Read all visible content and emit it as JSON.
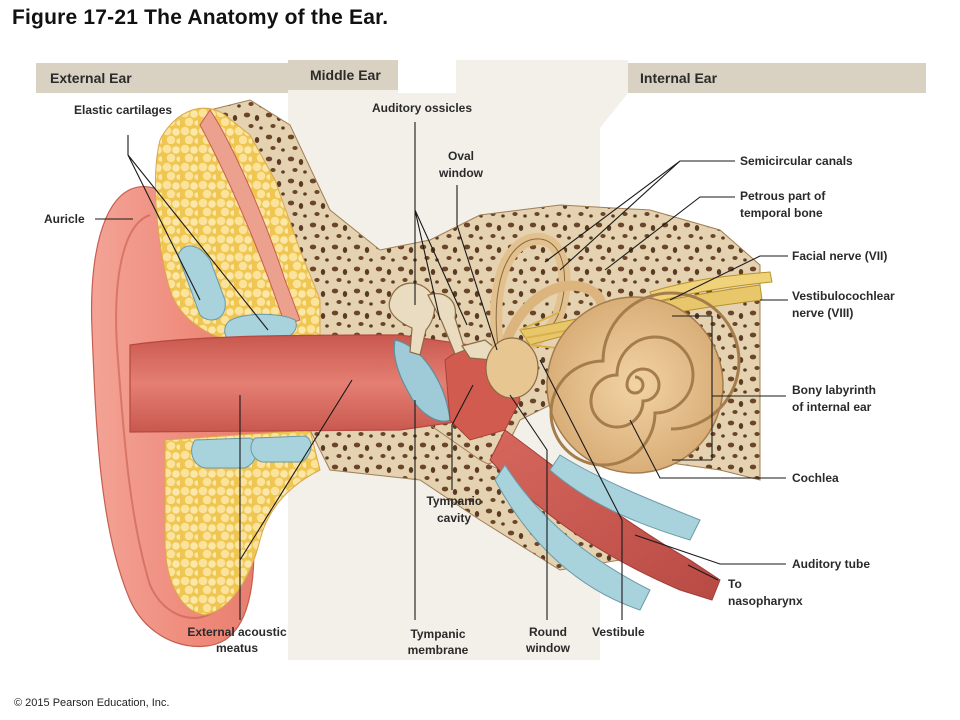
{
  "title": "Figure 17-21 The Anatomy of the Ear.",
  "copyright": "© 2015 Pearson Education, Inc.",
  "regions": {
    "external": "External Ear",
    "middle": "Middle Ear",
    "internal": "Internal Ear"
  },
  "labels": {
    "elastic_cartilages": "Elastic cartilages",
    "auricle": "Auricle",
    "auditory_ossicles": "Auditory ossicles",
    "oval_window": [
      "Oval",
      "window"
    ],
    "semicircular_canals": "Semicircular canals",
    "petrous_part": [
      "Petrous part of",
      "temporal bone"
    ],
    "facial_nerve": "Facial nerve (VII)",
    "vestibulocochlear_nerve": [
      "Vestibulocochlear",
      "nerve (VIII)"
    ],
    "bony_labyrinth": [
      "Bony labyrinth",
      "of internal ear"
    ],
    "cochlea": "Cochlea",
    "tympanic_cavity": [
      "Tympanic",
      "cavity"
    ],
    "auditory_tube": "Auditory tube",
    "to_nasopharynx": [
      "To",
      "nasopharynx"
    ],
    "external_acoustic_meatus": [
      "External acoustic",
      "meatus"
    ],
    "tympanic_membrane": [
      "Tympanic",
      "membrane"
    ],
    "round_window": [
      "Round",
      "window"
    ],
    "vestibule": "Vestibule"
  },
  "colors": {
    "skin": "#ee8878",
    "skin_dark": "#c85c4e",
    "canal": "#d96a60",
    "bone": "#e4d2b0",
    "bone_pore": "#5a3a24",
    "fat": "#f7d57a",
    "cartilage": "#a8d2dc",
    "nerve": "#e8c66a",
    "band": "#d9d1c1"
  }
}
